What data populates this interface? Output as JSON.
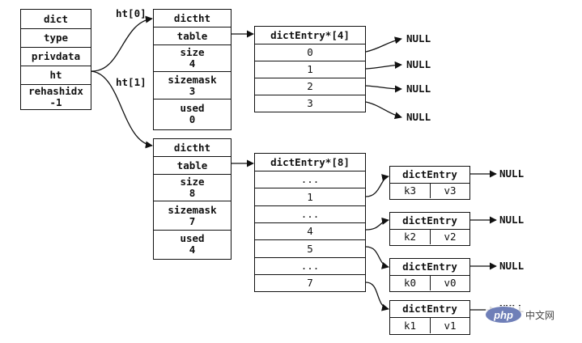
{
  "dict": {
    "fields": [
      "dict",
      "type",
      "privdata",
      "ht",
      "rehashidx\n-1"
    ]
  },
  "ht_labels": [
    "ht[0]",
    "ht[1]"
  ],
  "ht0": {
    "fields": [
      "dictht",
      "table",
      "size\n4",
      "sizemask\n3",
      "used\n0"
    ],
    "array_title": "dictEntry*[4]",
    "array_cells": [
      "0",
      "1",
      "2",
      "3"
    ],
    "null_labels": [
      "NULL",
      "NULL",
      "NULL",
      "NULL"
    ]
  },
  "ht1": {
    "fields": [
      "dictht",
      "table",
      "size\n8",
      "sizemask\n7",
      "used\n4"
    ],
    "array_title": "dictEntry*[8]",
    "array_cells": [
      "...",
      "1",
      "...",
      "4",
      "5",
      "...",
      "7"
    ]
  },
  "entries": [
    {
      "title": "dictEntry",
      "key": "k3",
      "value": "v3",
      "next": "NULL"
    },
    {
      "title": "dictEntry",
      "key": "k2",
      "value": "v2",
      "next": "NULL"
    },
    {
      "title": "dictEntry",
      "key": "k0",
      "value": "v0",
      "next": "NULL"
    },
    {
      "title": "dictEntry",
      "key": "k1",
      "value": "v1",
      "next": "NULL"
    }
  ],
  "watermark": {
    "logo": "php",
    "text": "中文网"
  }
}
